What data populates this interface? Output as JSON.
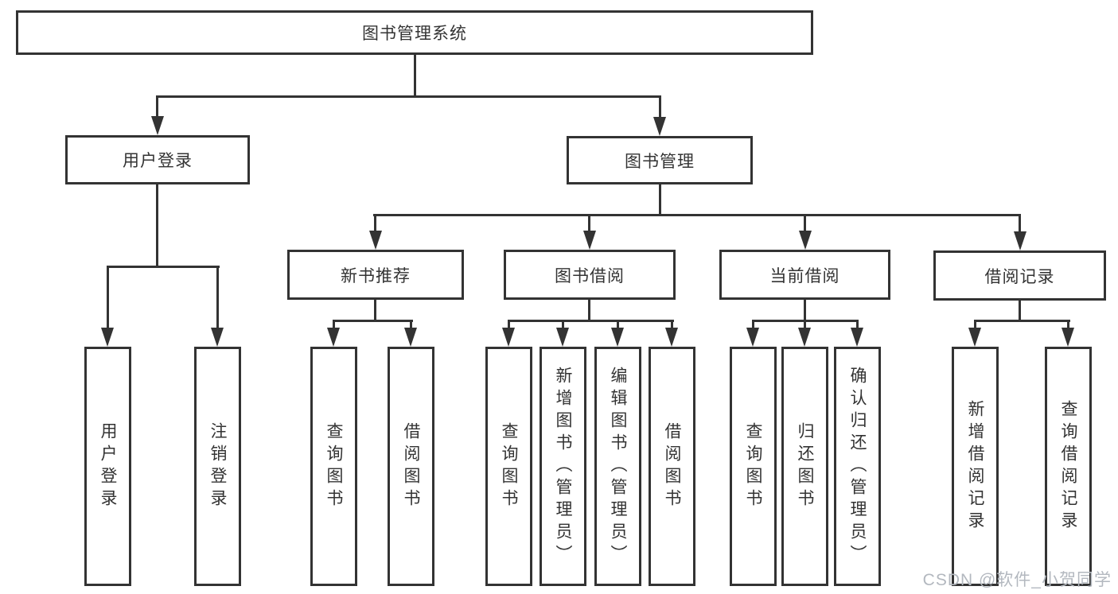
{
  "diagram": {
    "root": "图书管理系统",
    "level2": [
      "用户登录",
      "图书管理"
    ],
    "level3": [
      "新书推荐",
      "图书借阅",
      "当前借阅",
      "借阅记录"
    ],
    "leaves": [
      "用户登录",
      "注销登录",
      "查询图书",
      "借阅图书",
      "查询图书",
      "新增图书（管理员）",
      "编辑图书（管理员）",
      "借阅图书",
      "查询图书",
      "归还图书",
      "确认归还（管理员）",
      "新增借阅记录",
      "查询借阅记录"
    ]
  },
  "watermark": "CSDN @软件_小贺同学",
  "colors": {
    "line": "#333333",
    "text": "#333333",
    "watermark": "#b3b8bf",
    "background": "#ffffff"
  }
}
